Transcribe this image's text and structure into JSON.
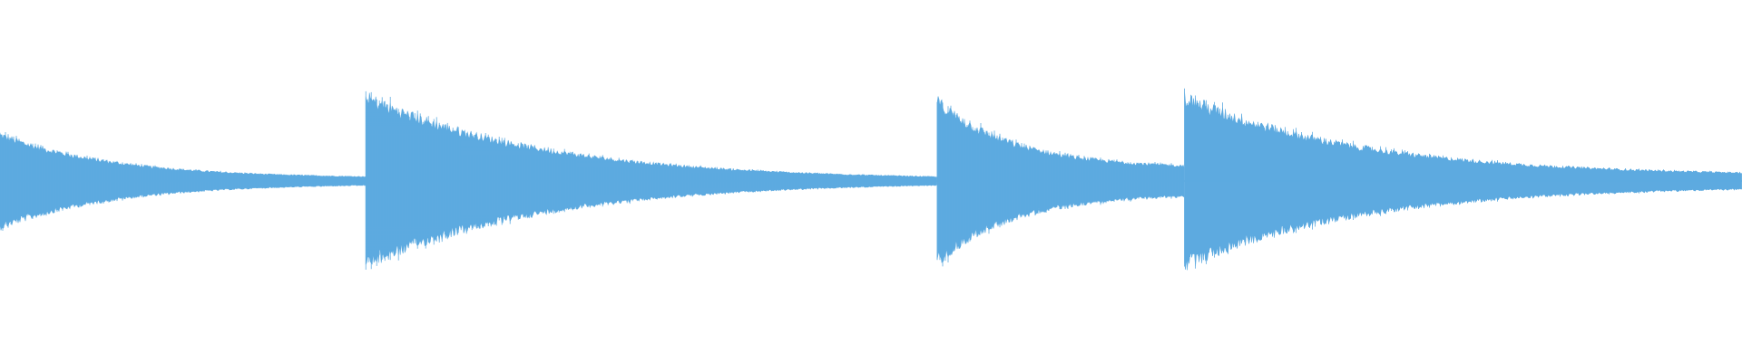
{
  "waveform": {
    "color": "#5DAAE0",
    "background": "#FFFFFF",
    "description_of_envelope": null,
    "segments": [
      {
        "start_fraction": 0.0,
        "end_fraction": 0.21,
        "peak_amplitude": 0.55,
        "tail_amplitude": 0.03
      },
      {
        "start_fraction": 0.21,
        "end_fraction": 0.538,
        "peak_amplitude": 1.0,
        "tail_amplitude": 0.01
      },
      {
        "start_fraction": 0.538,
        "end_fraction": 0.68,
        "peak_amplitude": 0.95,
        "tail_amplitude": 0.15
      },
      {
        "start_fraction": 0.68,
        "end_fraction": 1.0,
        "peak_amplitude": 1.0,
        "tail_amplitude": 0.06
      }
    ]
  }
}
